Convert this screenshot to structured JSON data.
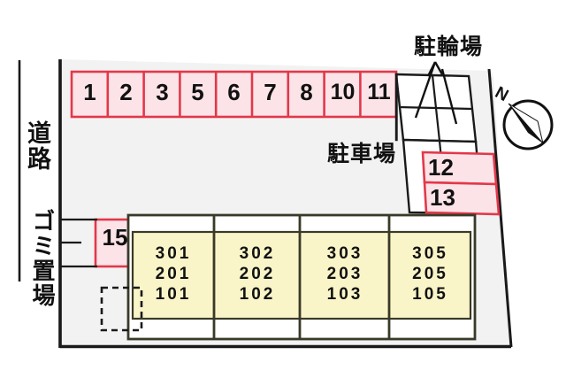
{
  "map": {
    "title": "apartment-site-plan",
    "colors": {
      "stall_fill": "#fce3e8",
      "stall_stroke": "#e2384a",
      "building_fill": "#faf5c8",
      "building_stroke": "#3a3a28",
      "lot_fill": "#f2f2f2",
      "lot_stroke": "#1a1a1a",
      "white": "#ffffff",
      "text": "#111111"
    }
  },
  "labels": {
    "road": "道路",
    "garbage": "ゴミ置場",
    "parking_lot": "駐車場",
    "bicycle_parking": "駐輪場",
    "compass_north": "N"
  },
  "parking": {
    "top_row": [
      {
        "id": "1",
        "label": "1"
      },
      {
        "id": "2",
        "label": "2"
      },
      {
        "id": "3",
        "label": "3"
      },
      {
        "id": "5",
        "label": "5"
      },
      {
        "id": "6",
        "label": "6"
      },
      {
        "id": "7",
        "label": "7"
      },
      {
        "id": "8",
        "label": "8"
      },
      {
        "id": "10",
        "label": "10"
      },
      {
        "id": "11",
        "label": "11"
      }
    ],
    "right_column": [
      {
        "id": "12",
        "label": "12"
      },
      {
        "id": "13",
        "label": "13"
      }
    ],
    "left_single": {
      "id": "15",
      "label": "15"
    }
  },
  "building": {
    "units": [
      {
        "floor3": "301",
        "floor2": "201",
        "floor1": "101"
      },
      {
        "floor3": "302",
        "floor2": "202",
        "floor1": "102"
      },
      {
        "floor3": "303",
        "floor2": "203",
        "floor1": "103"
      },
      {
        "floor3": "305",
        "floor2": "205",
        "floor1": "105"
      }
    ]
  }
}
